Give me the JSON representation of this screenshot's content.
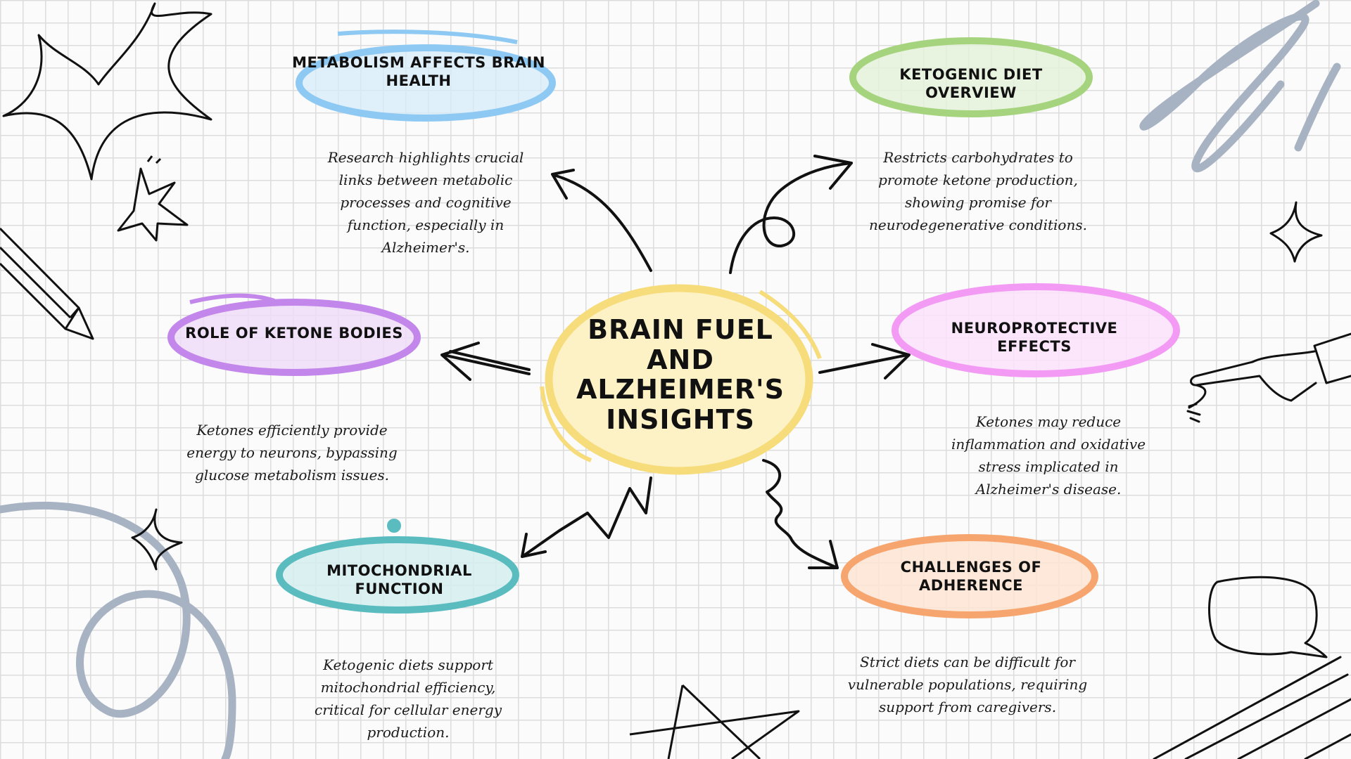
{
  "center": {
    "title": "Brain Fuel and Alzheimer's Insights"
  },
  "nodes": [
    {
      "id": "metabolism",
      "title": "Metabolism Affects Brain Health",
      "color": "#8ec9f4",
      "description": "Research highlights crucial links between metabolic processes and cognitive function, especially in Alzheimer's."
    },
    {
      "id": "ketogenic",
      "title": "Ketogenic Diet Overview",
      "color": "#a6d47e",
      "description": "Restricts carbohydrates to promote ketone production, showing promise for neurodegenerative conditions."
    },
    {
      "id": "ketone-bodies",
      "title": "Role of Ketone Bodies",
      "color": "#c386ea",
      "description": "Ketones efficiently provide energy to neurons, bypassing glucose metabolism issues."
    },
    {
      "id": "neuroprotective",
      "title": "Neuroprotective Effects",
      "color": "#f39af5",
      "description": "Ketones may reduce inflammation and oxidative stress implicated in Alzheimer's disease."
    },
    {
      "id": "mitochondrial",
      "title": "Mitochondrial Function",
      "color": "#5bbcc0",
      "description": "Ketogenic diets support mitochondrial efficiency, critical for cellular energy production."
    },
    {
      "id": "adherence",
      "title": "Challenges of Adherence",
      "color": "#f7a56f",
      "description": "Strict diets can be difficult for vulnerable populations, requiring support from caregivers."
    }
  ],
  "colors": {
    "center": "#f6dc7a",
    "ink": "#111111",
    "decor": "#a7b3c2"
  }
}
